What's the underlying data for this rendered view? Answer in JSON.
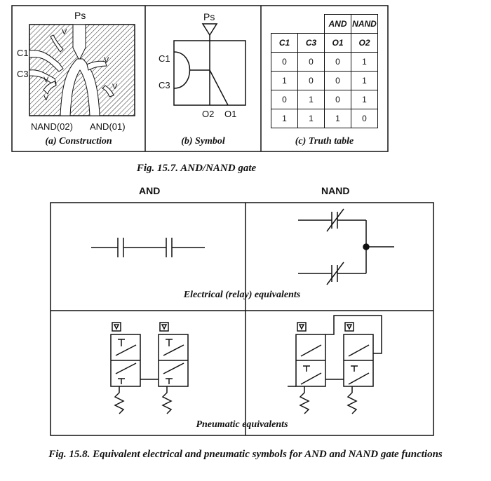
{
  "fig1": {
    "caption": "Fig. 15.7. AND/NAND gate",
    "construction": {
      "caption": "(a) Construction",
      "ps_label": "Ps",
      "c1_label": "C1",
      "c3_label": "C3",
      "nand_label": "NAND(02)",
      "and_label": "AND(01)",
      "vent_label": "V"
    },
    "symbol": {
      "caption": "(b) Symbol",
      "ps_label": "Ps",
      "c1_label": "C1",
      "c3_label": "C3",
      "o2_label": "O2",
      "o1_label": "O1"
    },
    "truth_table": {
      "caption": "(c) Truth table",
      "group_headers": [
        "AND",
        "NAND"
      ],
      "columns": [
        "C1",
        "C3",
        "O1",
        "O2"
      ],
      "rows": [
        [
          "0",
          "0",
          "0",
          "1"
        ],
        [
          "1",
          "0",
          "0",
          "1"
        ],
        [
          "0",
          "1",
          "0",
          "1"
        ],
        [
          "1",
          "1",
          "1",
          "0"
        ]
      ]
    }
  },
  "fig2": {
    "caption": "Fig. 15.8. Equivalent electrical and pneumatic symbols for AND and NAND gate functions",
    "and_header": "AND",
    "nand_header": "NAND",
    "electrical_caption": "Electrical (relay) equivalents",
    "pneumatic_caption": "Pneumatic equivalents"
  }
}
